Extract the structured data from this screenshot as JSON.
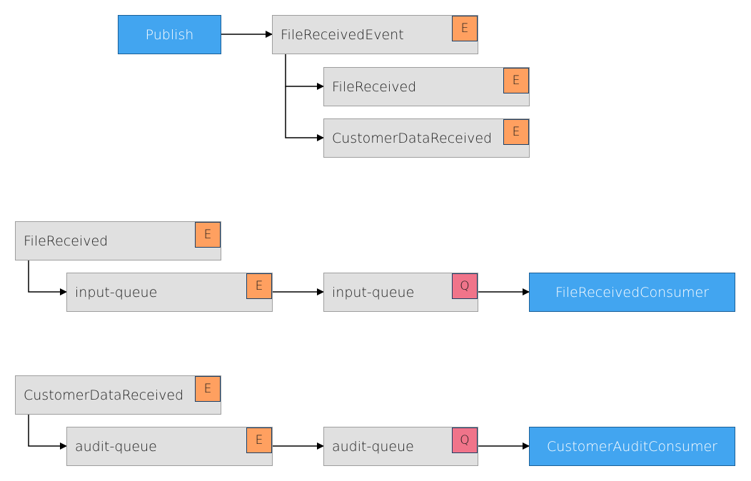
{
  "publish": {
    "label": "Publish"
  },
  "file_received_event": {
    "label": "FileReceivedEvent",
    "badge": "E"
  },
  "branch_file_received": {
    "label": "FileReceived",
    "badge": "E"
  },
  "branch_customer_data_received": {
    "label": "CustomerDataReceived",
    "badge": "E"
  },
  "flow_file_received": {
    "source": {
      "label": "FileReceived",
      "badge": "E"
    },
    "exchange": {
      "label": "input-queue",
      "badge": "E"
    },
    "queue": {
      "label": "input-queue",
      "badge": "Q"
    },
    "consumer": {
      "label": "FileReceivedConsumer"
    }
  },
  "flow_customer_data_received": {
    "source": {
      "label": "CustomerDataReceived",
      "badge": "E"
    },
    "exchange": {
      "label": "audit-queue",
      "badge": "E"
    },
    "queue": {
      "label": "audit-queue",
      "badge": "Q"
    },
    "consumer": {
      "label": "CustomerAuditConsumer"
    }
  },
  "colors": {
    "node_fill": "#e0e0e0",
    "node_border": "#9e9e9e",
    "action_fill": "#42a5f0",
    "action_border": "#1a5f97",
    "exchange_badge": "#ffa060",
    "queue_badge": "#f0748a",
    "connector": "#000000"
  }
}
